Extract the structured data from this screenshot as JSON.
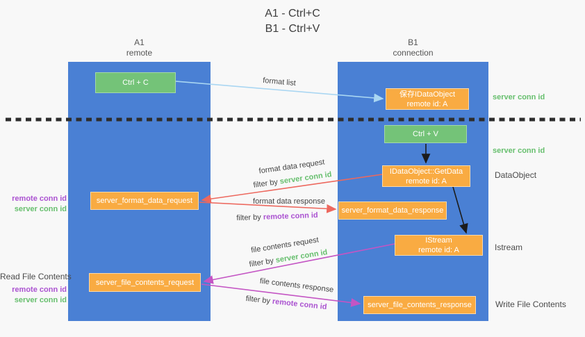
{
  "title": {
    "line1": "A1 - Ctrl+C",
    "line2": "B1 - Ctrl+V"
  },
  "lanes": {
    "left": {
      "title": "A1",
      "subtitle": "remote"
    },
    "right": {
      "title": "B1",
      "subtitle": "connection"
    }
  },
  "nodes": {
    "ctrl_c": {
      "label": "Ctrl + C"
    },
    "save_idataobject": {
      "line1": "保存IDataObject",
      "line2": "remote id: A"
    },
    "ctrl_v": {
      "label": "Ctrl + V"
    },
    "getdata": {
      "line1": "IDataObject::GetData",
      "line2": "remote id: A"
    },
    "format_request": {
      "label": "server_format_data_request"
    },
    "format_response": {
      "label": "server_format_data_response"
    },
    "istream": {
      "line1": "IStream",
      "line2": "remote id: A"
    },
    "file_request": {
      "label": "server_file_contents_request"
    },
    "file_response": {
      "label": "server_file_contents_response"
    }
  },
  "edge_labels": {
    "format_list": "format list",
    "format_data_request": "format data request",
    "format_data_response": "format data response",
    "file_contents_request": "file contents request",
    "file_contents_response": "file contents response",
    "filter_by": "filter by",
    "server_conn_id": "server conn id",
    "remote_conn_id": "remote conn id"
  },
  "side_labels": {
    "server_conn_id_top": "server conn id",
    "server_conn_id_mid": "server conn id",
    "dataobject": "DataObject",
    "istream": "Istream",
    "write_file_contents": "Write File Contents",
    "read_file_contents": "Read File Contents",
    "remote_conn_id": "remote conn id",
    "server_conn_id": "server conn id"
  },
  "colors": {
    "lane_blue": "#4a80d4",
    "node_orange": "#f9ab42",
    "node_green": "#74c378",
    "green_text": "#67bf6e",
    "purple_text": "#ab53d1",
    "red_arrow": "#ed685e",
    "magenta_arrow": "#c455c4",
    "blue_arrow": "#a9d6f2"
  }
}
